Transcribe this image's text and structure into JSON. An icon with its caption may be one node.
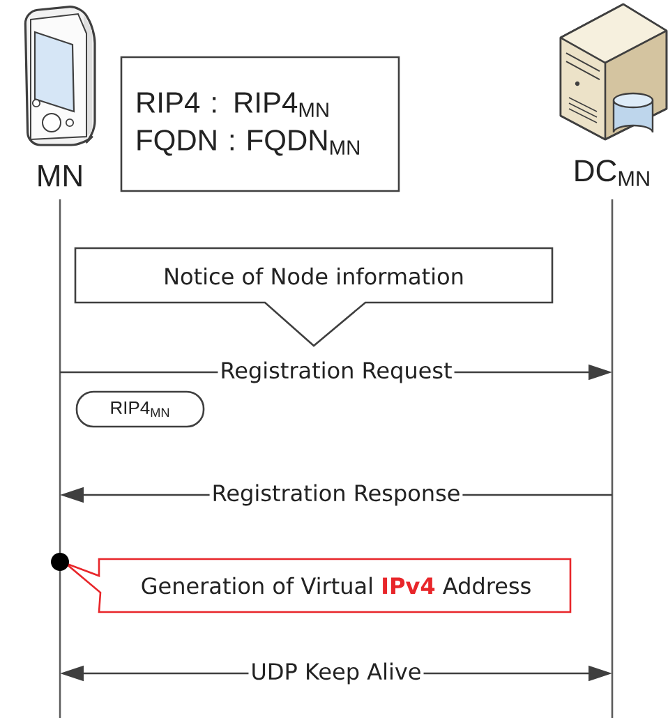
{
  "diagram": {
    "nodes": [
      {
        "text": [
          "MN"
        ]
      },
      {
        "text": [
          "DC$_{MN}$"
        ]
      },
      {
        "text": [
          "RIP4 : RIP4$_{MN}$",
          "FQDN : FQDN$_{MN}$"
        ]
      },
      {
        "text": [
          "Notice of Node information"
        ]
      },
      {
        "text": [
          "RIP4$_{MN}$"
        ]
      },
      {
        "text": [
          "Generation of Virtual **IPv4** Address"
        ]
      }
    ],
    "edges": [
      {
        "from": 0,
        "to": 1,
        "arrow": "to",
        "label": "Registration Request"
      },
      {
        "from": 1,
        "to": 0,
        "arrow": "to",
        "label": "Registration Response"
      },
      {
        "from": 0,
        "to": 1,
        "arrow": "both",
        "label": "UDP Keep Alive"
      }
    ]
  }
}
